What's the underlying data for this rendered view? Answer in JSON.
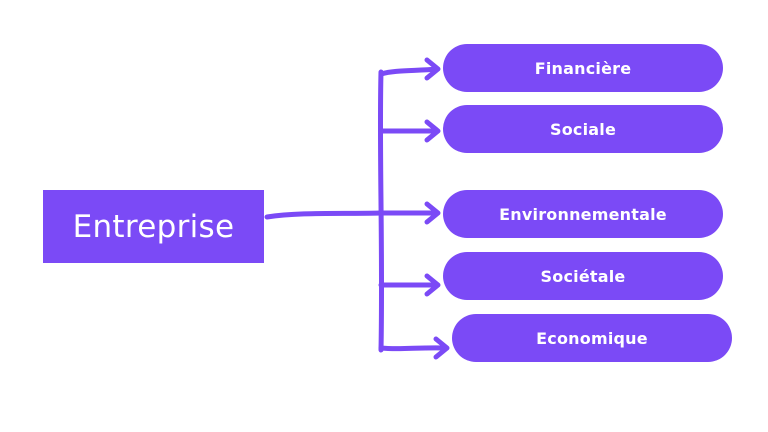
{
  "diagram": {
    "root": {
      "label": "Entreprise"
    },
    "branches": [
      {
        "label": "Financière"
      },
      {
        "label": "Sociale"
      },
      {
        "label": "Environnementale"
      },
      {
        "label": "Sociétale"
      },
      {
        "label": "Economique"
      }
    ]
  },
  "colors": {
    "accent": "#7b4af6",
    "text": "#ffffff",
    "background": "#ffffff"
  }
}
